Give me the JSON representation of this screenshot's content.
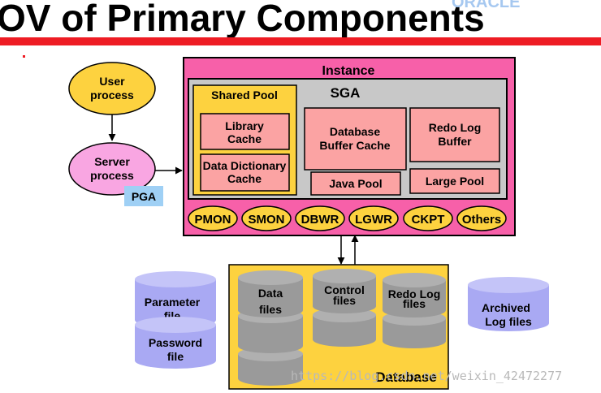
{
  "title": "OV of Primary Components",
  "logo_fragment": "ORACLE",
  "instance": {
    "label": "Instance",
    "sga": {
      "label": "SGA",
      "shared_pool": {
        "label": "Shared Pool",
        "library_cache": [
          "Library",
          "Cache"
        ],
        "data_dictionary_cache": [
          "Data Dictionary",
          "Cache"
        ]
      },
      "database_buffer_cache": [
        "Database",
        "Buffer Cache"
      ],
      "redo_log_buffer": [
        "Redo Log",
        "Buffer"
      ],
      "java_pool": "Java Pool",
      "large_pool": "Large Pool"
    },
    "background_processes": [
      "PMON",
      "SMON",
      "DBWR",
      "LGWR",
      "CKPT",
      "Others"
    ]
  },
  "user_process": [
    "User",
    "process"
  ],
  "server_process": [
    "Server",
    "process"
  ],
  "pga": "PGA",
  "database": {
    "label": "Database",
    "data_files": [
      "Data",
      "files"
    ],
    "control_files": [
      "Control",
      "files"
    ],
    "redo_log_files": [
      "Redo Log",
      "files"
    ]
  },
  "parameter_file": [
    "Parameter",
    "file"
  ],
  "password_file": [
    "Password",
    "file"
  ],
  "archived_log_files": [
    "Archived",
    "Log files"
  ],
  "watermark": "https://blog.csdn.net/weixin_42472277",
  "colors": {
    "instance_fill": "#f760a9",
    "sga_fill": "#c8c8c8",
    "shared_pool_fill": "#fdd23f",
    "cache_fill": "#fba3a3",
    "process_fill": "#fdd23f",
    "server_fill": "#f9a6e2",
    "pga_fill": "#9fd0f5",
    "database_fill": "#fdd23f",
    "cylinder_gray": "#9a9a9a",
    "cylinder_purple": "#a9a9f3",
    "title_bar": "#ee1c24"
  }
}
